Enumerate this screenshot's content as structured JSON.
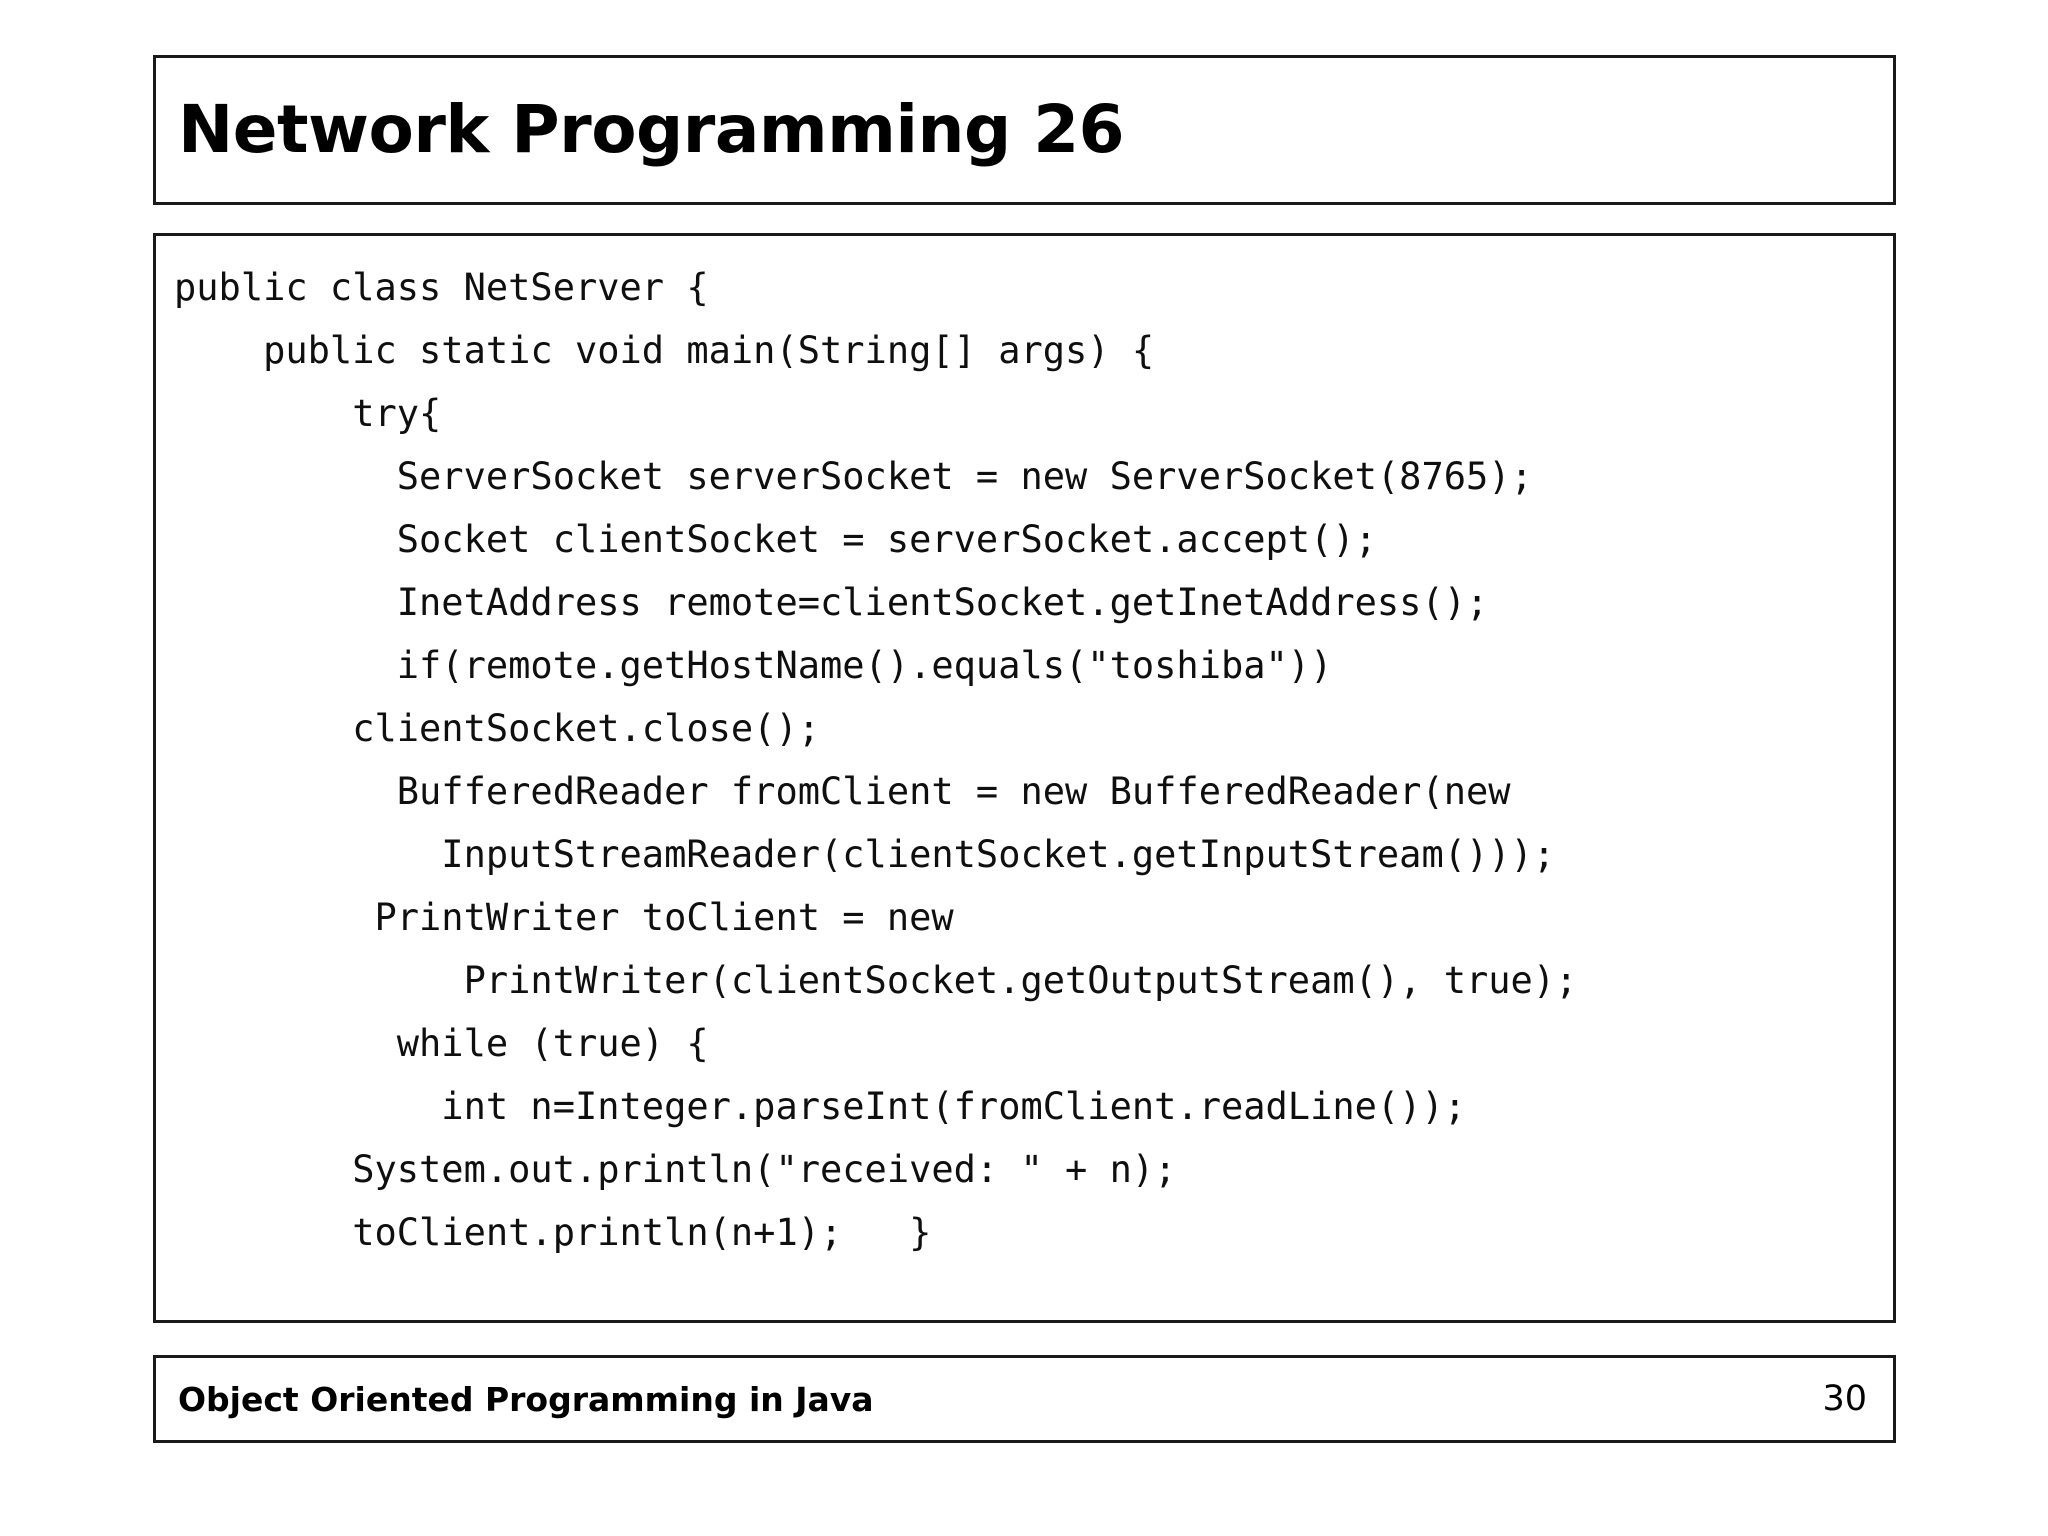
{
  "slide": {
    "title": "Network Programming 26",
    "background_color": "#ffffff",
    "border_color": "#1a1a1a",
    "text_color": "#000000"
  },
  "code": {
    "language": "java",
    "lines": [
      "public class NetServer {",
      "    public static void main(String[] args) {",
      "        try{",
      "          ServerSocket serverSocket = new ServerSocket(8765);",
      "          Socket clientSocket = serverSocket.accept();",
      "          InetAddress remote=clientSocket.getInetAddress();",
      "          if(remote.getHostName().equals(\"toshiba\"))",
      "        clientSocket.close();",
      "          BufferedReader fromClient = new BufferedReader(new",
      "            InputStreamReader(clientSocket.getInputStream()));",
      "         PrintWriter toClient = new",
      "             PrintWriter(clientSocket.getOutputStream(), true);",
      "          while (true) {",
      "            int n=Integer.parseInt(fromClient.readLine());",
      "        System.out.println(\"received: \" + n);",
      "        toClient.println(n+1);   }"
    ]
  },
  "footer": {
    "course": "Object Oriented Programming in Java",
    "page_number": "30"
  }
}
